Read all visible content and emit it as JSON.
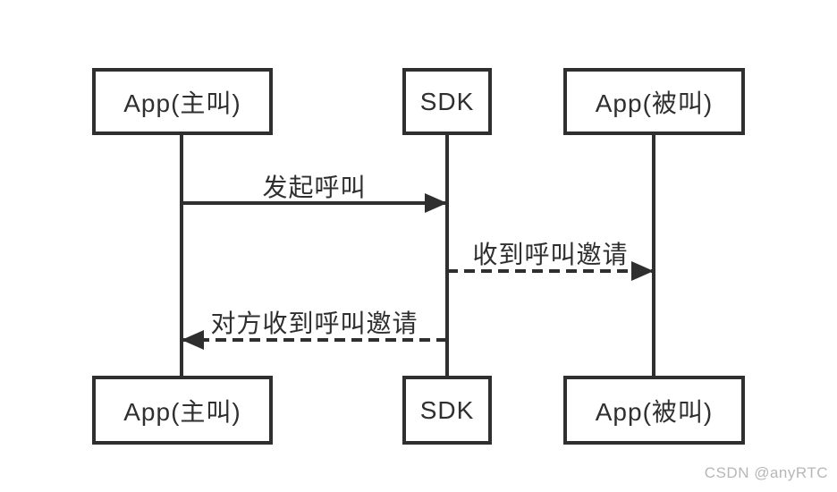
{
  "diagram": {
    "type": "sequence-diagram",
    "actors": [
      {
        "id": "app-caller",
        "label": "App(主叫)"
      },
      {
        "id": "sdk",
        "label": "SDK"
      },
      {
        "id": "app-callee",
        "label": "App(被叫)"
      }
    ],
    "messages": [
      {
        "label": "发起呼叫",
        "from": "app-caller",
        "to": "sdk",
        "line_style": "solid",
        "direction": "right"
      },
      {
        "label": "收到呼叫邀请",
        "from": "sdk",
        "to": "app-callee",
        "line_style": "dashed",
        "direction": "right"
      },
      {
        "label": "对方收到呼叫邀请",
        "from": "sdk",
        "to": "app-caller",
        "line_style": "dashed",
        "direction": "left"
      }
    ],
    "colors": {
      "line": "#2f2f2f",
      "background": "#ffffff",
      "watermark_text": "#b7b7b7"
    }
  },
  "watermark": {
    "text": "CSDN @anyRTC"
  }
}
